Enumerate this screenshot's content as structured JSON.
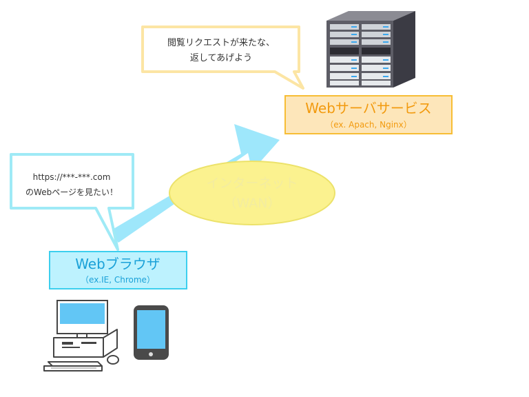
{
  "server_bubble": {
    "line1": "閲覧リクエストが来たな、",
    "line2": "返してあげよう"
  },
  "server_service": {
    "title": "Webサーバサービス",
    "subtitle": "（ex. Apach, Nginx）"
  },
  "internet": {
    "line1": "インターネット",
    "line2": "（WAN）"
  },
  "client_bubble": {
    "line1": "https://***-***.com",
    "line2": "のWebページを見たい！"
  },
  "browser": {
    "title": "Webブラウザ",
    "subtitle": "（ex.IE, Chrome）"
  },
  "colors": {
    "arrow": "#9ee7fb",
    "server_box_fill": "#fde6ba",
    "server_box_border": "#f7bd34",
    "server_text": "#f29a0e",
    "browser_box_fill": "#bdf2fe",
    "browser_box_border": "#3ccfee",
    "browser_text": "#1aa1d8",
    "internet_fill": "#fbf28f",
    "internet_border": "#ece26a",
    "internet_text": "#f3eca0",
    "server_bubble_border": "#fce5a4",
    "client_bubble_border": "#9feaf6",
    "rack": "#5d5d66",
    "device_screen": "#62c6f5"
  },
  "icons": {
    "server": "server-rack-icon",
    "desktop": "desktop-computer-icon",
    "smartphone": "smartphone-icon"
  }
}
